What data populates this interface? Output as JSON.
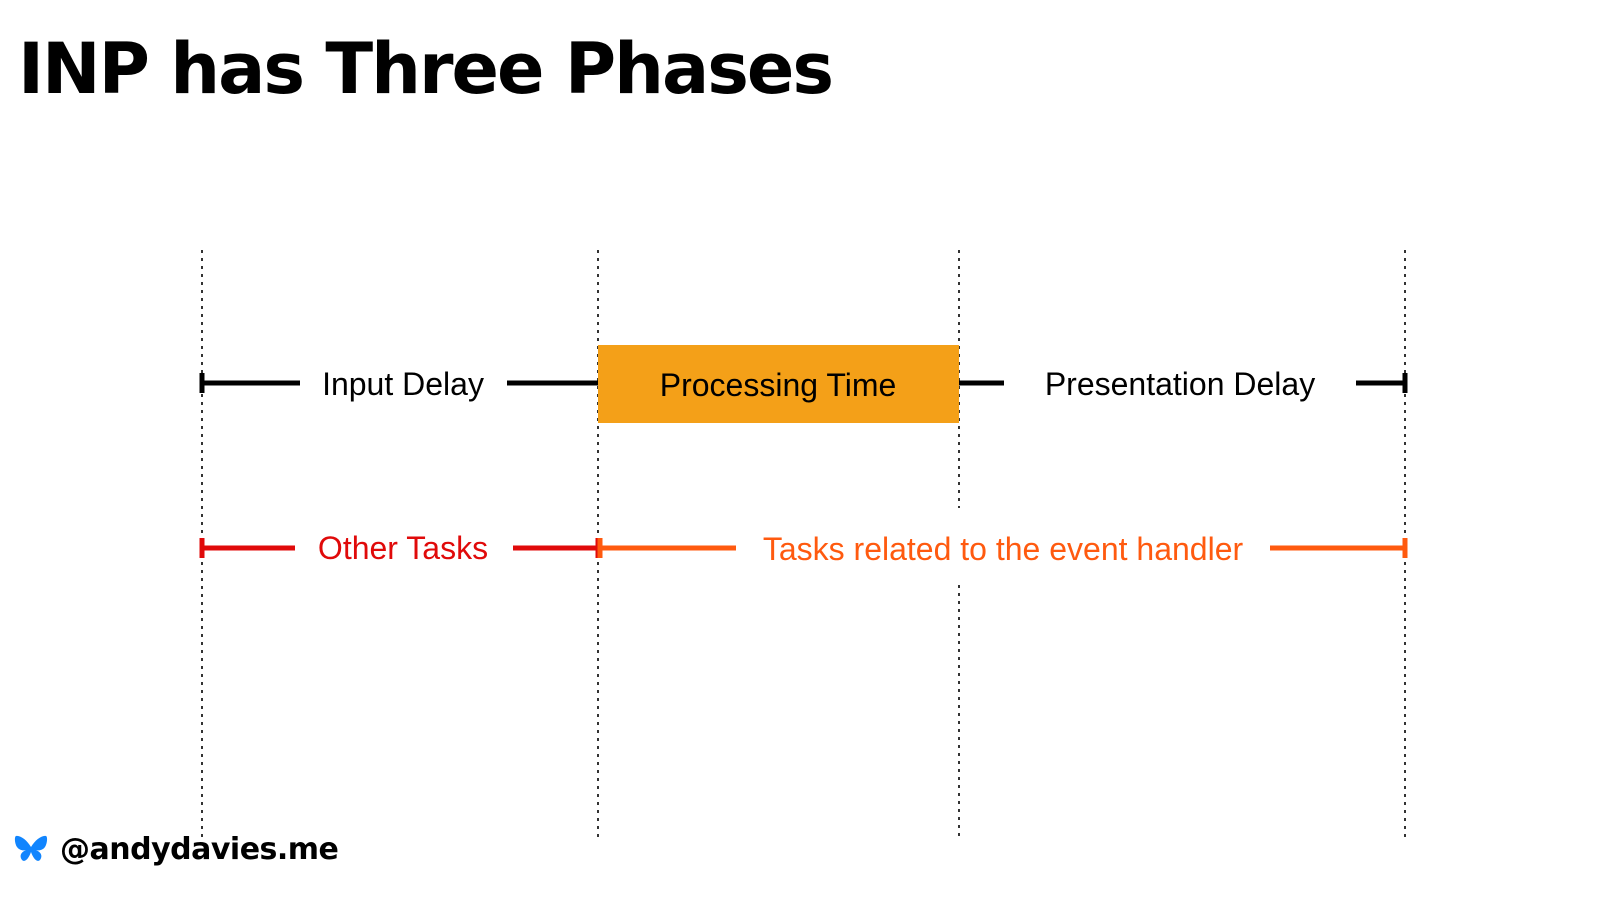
{
  "title": "INP has Three Phases",
  "colors": {
    "phase_line": "#000000",
    "processing_box": "#F4A018",
    "other_tasks": "#E00A0A",
    "event_tasks": "#FF5A0F",
    "guide_line": "#333333"
  },
  "phases": [
    {
      "label": "Input Delay"
    },
    {
      "label": "Processing Time"
    },
    {
      "label": "Presentation Delay"
    }
  ],
  "tasks": [
    {
      "label": "Other Tasks"
    },
    {
      "label": "Tasks related to the event handler"
    }
  ],
  "footer": {
    "icon": "butterfly-icon",
    "handle": "@andydavies.me"
  }
}
